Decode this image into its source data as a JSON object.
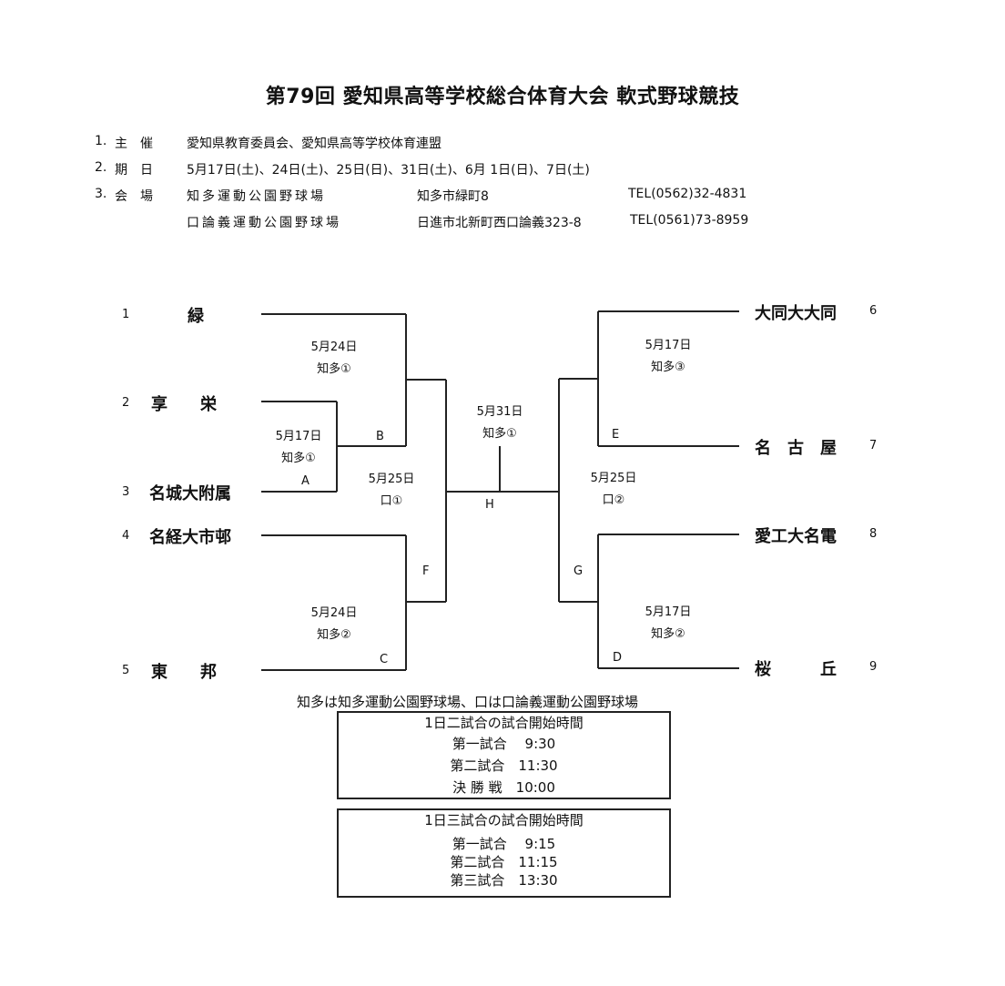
{
  "title": "第79回 愛知県高等学校総合体育大会 軟式野球競技",
  "info": {
    "organizer": {
      "num": "1.",
      "label": "主　催",
      "value": "愛知県教育委員会、愛知県高等学校体育連盟"
    },
    "dates": {
      "num": "2.",
      "label": "期　日",
      "value": "5月17日(土)、24日(土)、25日(日)、31日(土)、6月 1日(日)、7日(土)"
    },
    "venues": {
      "num": "3.",
      "label": "会　場",
      "items": [
        {
          "name": "知多運動公園野球場",
          "address": "知多市緑町8",
          "tel": "TEL(0562)32-4831"
        },
        {
          "name": "口論義運動公園野球場",
          "address": "日進市北新町西口論義323-8",
          "tel": "TEL(0561)73-8959"
        }
      ]
    }
  },
  "teams": [
    {
      "seed": "1",
      "name": "緑"
    },
    {
      "seed": "2",
      "name": "享　　栄"
    },
    {
      "seed": "3",
      "name": "名城大附属"
    },
    {
      "seed": "4",
      "name": "名経大市邨"
    },
    {
      "seed": "5",
      "name": "東　　邦"
    },
    {
      "seed": "6",
      "name": "大同大大同"
    },
    {
      "seed": "7",
      "name": "名　古　屋"
    },
    {
      "seed": "8",
      "name": "愛工大名電"
    },
    {
      "seed": "9",
      "name": "桜　　　丘"
    }
  ],
  "matches": {
    "A": {
      "id": "A",
      "date": "5月17日",
      "venue": "知多①"
    },
    "B": {
      "id": "B",
      "date": "5月24日",
      "venue": "知多①"
    },
    "C": {
      "id": "C",
      "date": "5月24日",
      "venue": "知多②"
    },
    "D": {
      "id": "D",
      "date": "5月17日",
      "venue": "知多②"
    },
    "E": {
      "id": "E",
      "date": "5月17日",
      "venue": "知多③"
    },
    "F": {
      "id": "F",
      "date": "5月25日",
      "venue": "口①"
    },
    "G": {
      "id": "G",
      "date": "5月25日",
      "venue": "口②"
    },
    "H": {
      "id": "H",
      "date": "5月31日",
      "venue": "知多①"
    }
  },
  "venue_note": "知多は知多運動公園野球場、口は口論義運動公園野球場",
  "schedule_two": {
    "title": "1日二試合の試合開始時間",
    "rows": [
      "第一試合　 9:30",
      "第二試合　11:30",
      "決 勝 戦　10:00"
    ]
  },
  "schedule_three": {
    "title": "1日三試合の試合開始時間",
    "rows": [
      "第一試合　 9:15",
      "第二試合　11:15",
      "第三試合　13:30"
    ]
  }
}
